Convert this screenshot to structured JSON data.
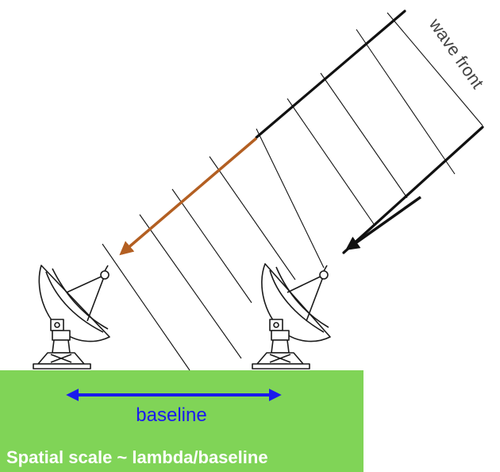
{
  "labels": {
    "wave_front": "wave front",
    "baseline": "baseline",
    "spatial_scale": "Spatial scale ~ lambda/baseline"
  },
  "colors": {
    "ground": "#80d457",
    "baseline_arrow": "#1a1aee",
    "delay_ray": "#b35f22",
    "ray": "#111111",
    "wave_front": "#111111"
  },
  "icons": {
    "left_antenna": "radio-dish-icon",
    "right_antenna": "radio-dish-icon"
  }
}
